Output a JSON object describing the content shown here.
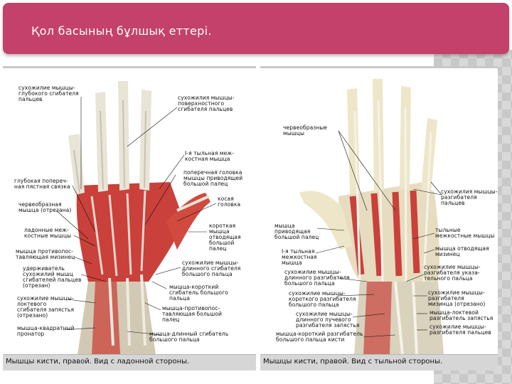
{
  "slide": {
    "title": "Қол басының бұлшық еттері."
  },
  "figure_left": {
    "caption": "Мышцы кисти, правой. Вид с ладонной стороны.",
    "labels": [
      "сухожилие мышцы-\nглубокого сгибателя\nпальцев",
      "сухожилия мышцы-\nповерхностного\nсгибателя пальцев",
      "I-я тыльная меж-\nкостная мышца",
      "поперечная головка\nмышцы приводящей\nбольшой палец",
      "косая\nголовка",
      "глубокая попереч-\nная пястная связка",
      "червеобразная\nмышца (отрезана)",
      "ладонные меж-\nкостные мышцы",
      "короткая\nмышца\nотводящая\nбольшой\nпалец",
      "мышца противопос-\nтавляющая мизинец",
      "сухожилие мышцы-\nдлинного сгибателя\nбольшого пальца",
      "удерживатель\nсухожилий мышц\nсгибателей пальцев\n(отрезан)",
      "мышца-короткий\nсгибатель большого\nпальца",
      "сухожилие мышцы-\nлоктевого\nсгибателя запястья\n(отрезано)",
      "мышца-противопос-\nтавляющая большой\nпалец",
      "мышца-квадратный\nпронатор",
      "мышца-длинный сгибатель\nбольшого пальца"
    ]
  },
  "figure_right": {
    "caption": "Мышцы кисти, правой. Вид с тыльной стороны.",
    "labels": [
      "червеобразные\nмышцы",
      "сухожилия мышцы-\nразгибателя\nпальцев",
      "мышца\nприводящая\nбольшой палец",
      "тыльные\nмежкостные мышцы",
      "I-я тыльная\nмежкостная\nмышца",
      "мышца отводящая\nмизинец",
      "сухожилие мышцы-\nдлинного разгибателя\nбольшого пальца",
      "сухожилие мышцы-\nразгибателя указа-\nтельного пальца",
      "сухожилие мышцы-\nкороткого разгибателя\nбольшого пальца",
      "сухожилие мышцы-\nразгибателя\nмизинца (отрезано)",
      "сухожилие мышцы-\nдлинного лучевого\nразгибателя запястья",
      "мышца-локтевой\nразгибатель запястья",
      "мышца-короткий разгибатель\nбольшого пальца кисти",
      "сухожилие мышцы-\nразгибателя пальцев"
    ]
  },
  "colors": {
    "title_bar": "#c3416b",
    "muscle": "#c9413a",
    "tendon": "#e8e4d6",
    "bone": "#ede6c8"
  }
}
